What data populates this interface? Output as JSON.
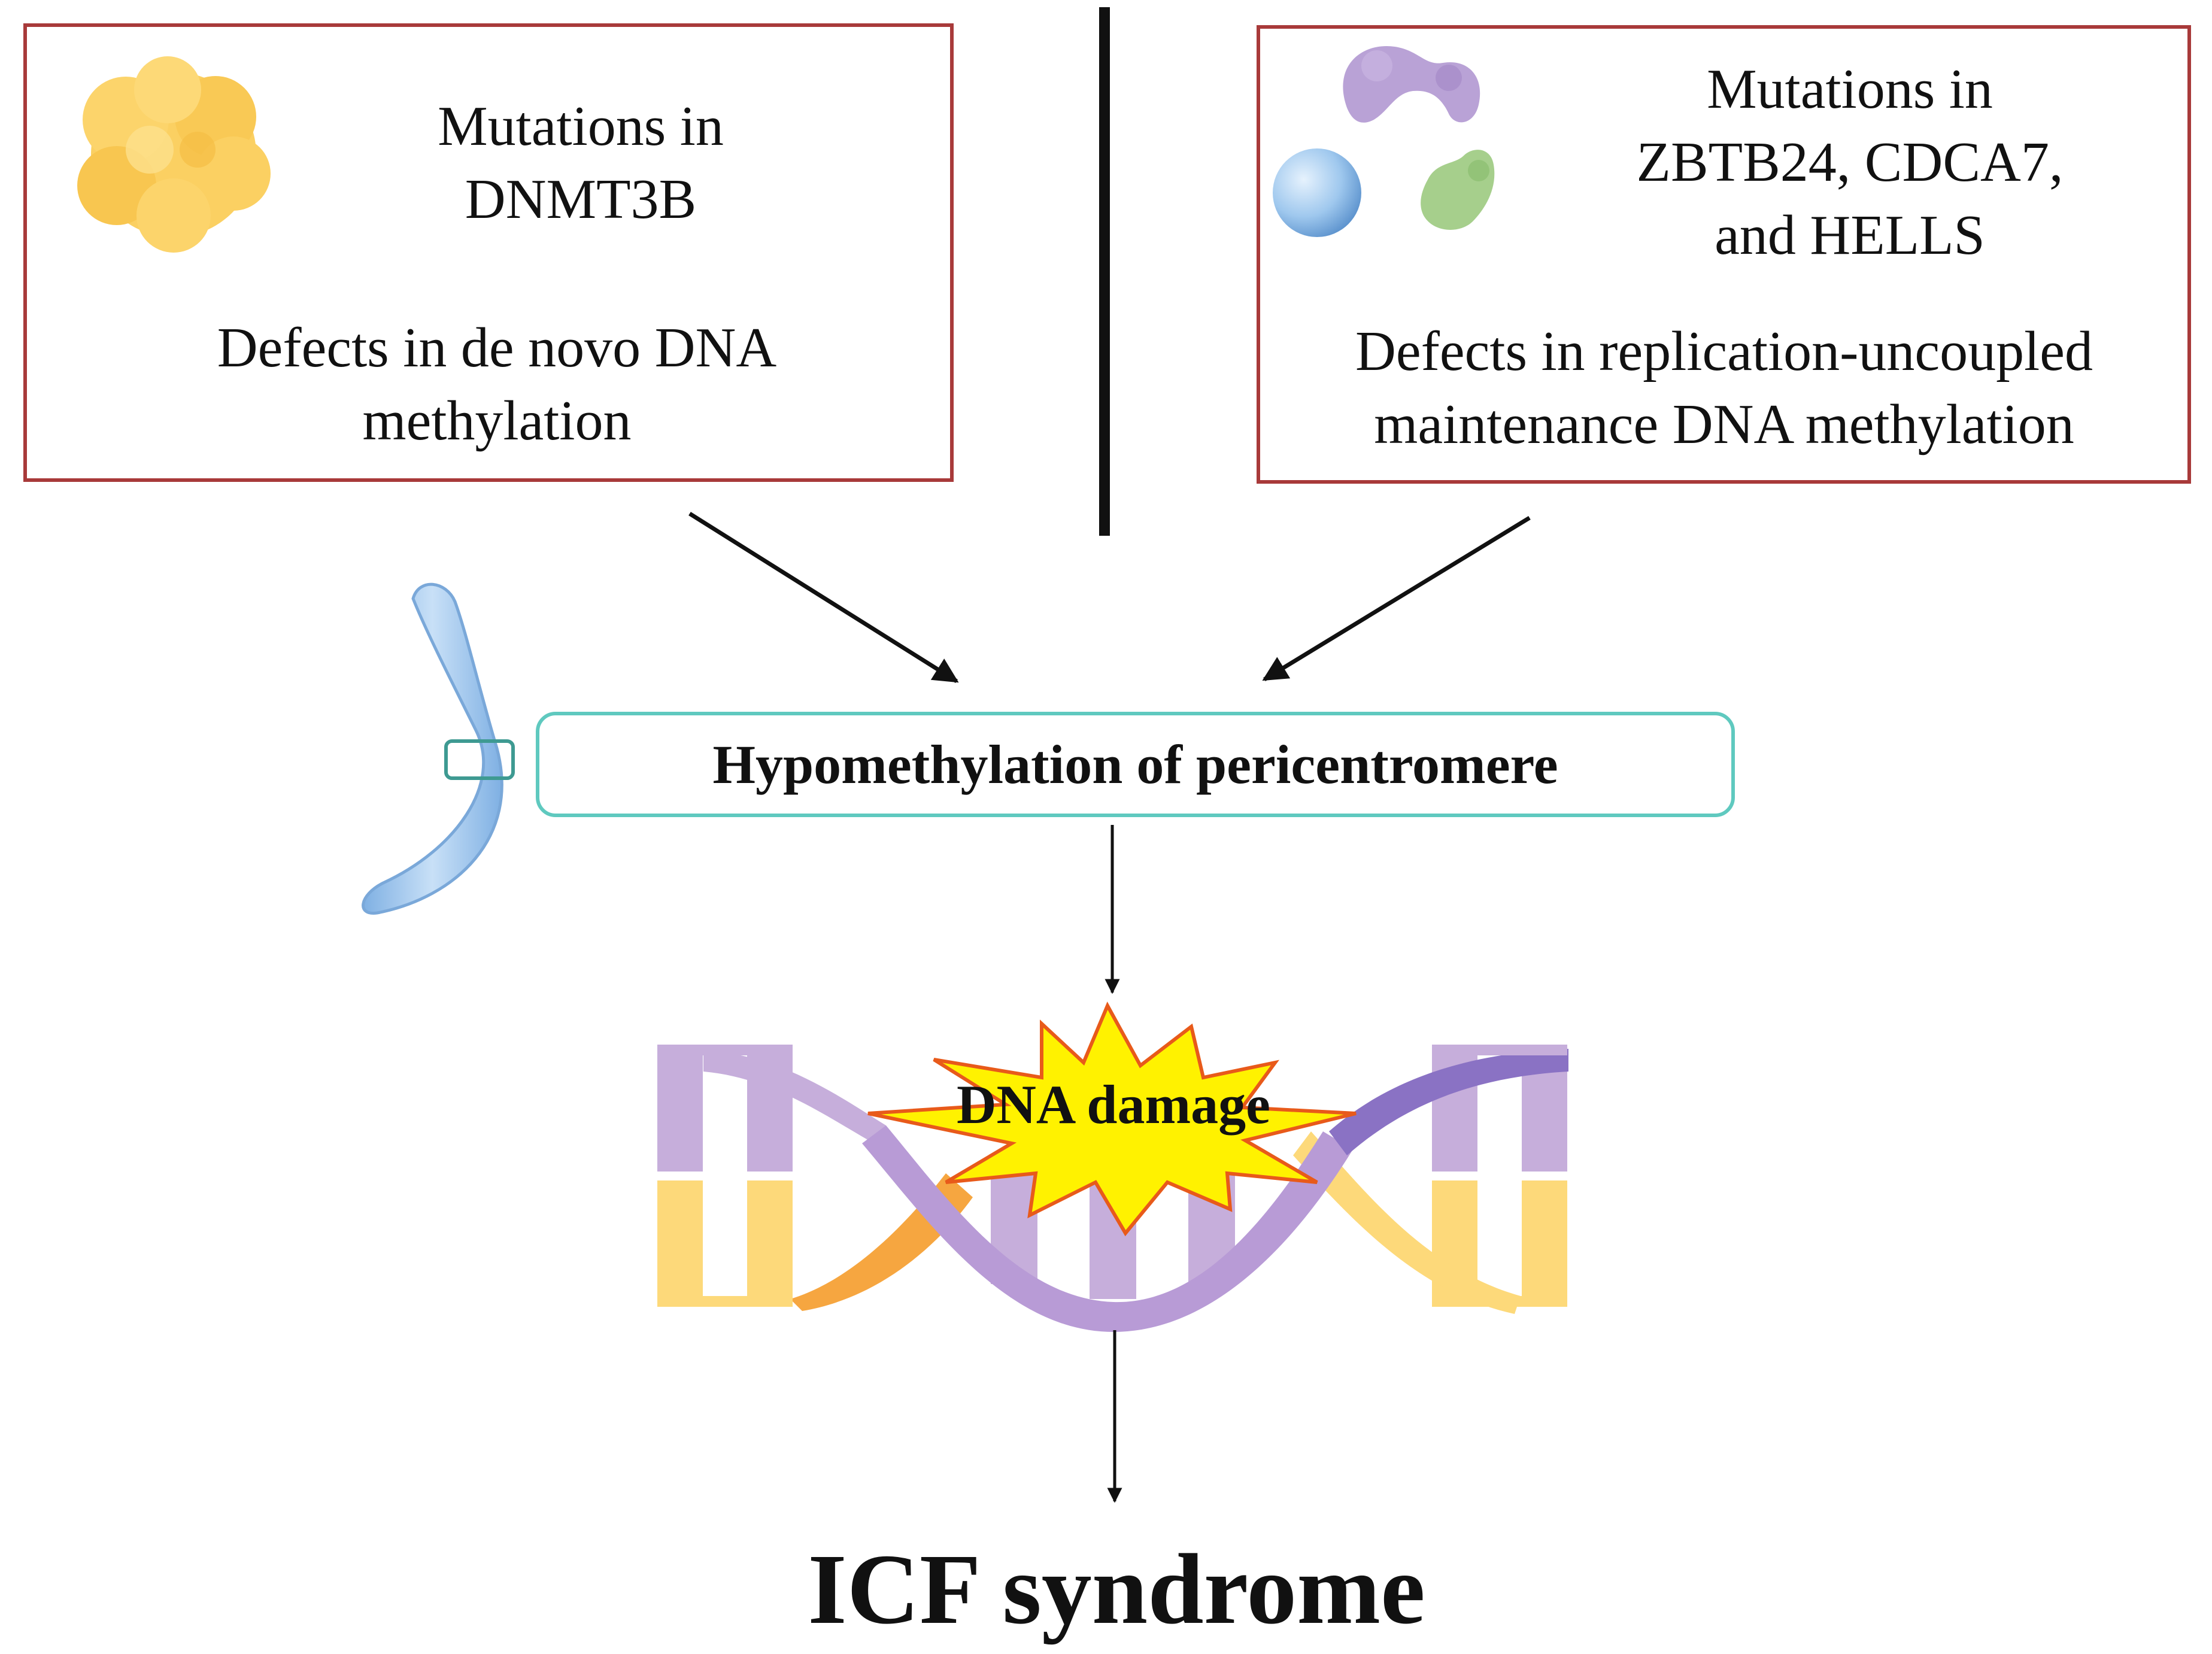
{
  "left_box": {
    "mutation_lines": [
      "Mutations in",
      "DNMT3B"
    ],
    "defect_lines": [
      "Defects in de novo DNA",
      "methylation"
    ]
  },
  "right_box": {
    "mutation_lines": [
      "Mutations in",
      "ZBTB24, CDCA7,",
      "and HELLS"
    ],
    "defect_lines": [
      "Defects in replication-uncoupled",
      "maintenance DNA methylation"
    ]
  },
  "center_box": {
    "label": "Hypomethylation of pericentromere"
  },
  "damage": {
    "label": "DNA damage"
  },
  "outcome": {
    "label": "ICF syndrome"
  },
  "colors": {
    "box_border": "#a83a3a",
    "center_border": "#5fc9bf",
    "arrow": "#111111",
    "starburst_fill": "#fff200",
    "starburst_stroke": "#e85a1a",
    "dna_purple": "#c6aedb",
    "dna_purple_dark": "#8a72c4",
    "dna_yellow": "#fdd97a",
    "dna_orange": "#f6a640",
    "chromosome": "#a9cdef",
    "protein_yellow": "#fbd062",
    "protein_purple": "#b9a2d6",
    "protein_green": "#a6cf8c",
    "protein_blue": "#9fc8ee"
  },
  "icons": [
    "yellow-protein-icon",
    "purple-protein-icon",
    "blue-sphere-icon",
    "green-protein-icon",
    "chromosome-icon",
    "dna-helix-icon",
    "starburst-icon"
  ]
}
